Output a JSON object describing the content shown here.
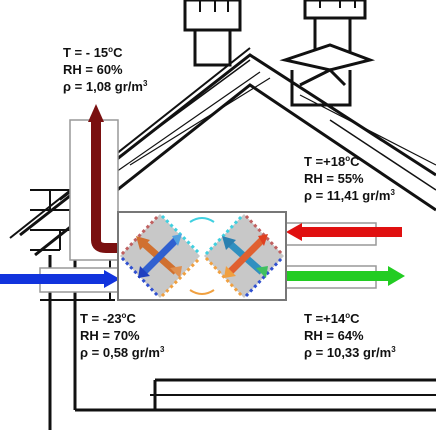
{
  "colors": {
    "exhaust_out": "#7a1010",
    "intake_in": "#1133dd",
    "return_in": "#e01010",
    "supply_out": "#22cc22",
    "hx_fill": "#c8c8c8",
    "hx_dotted_red": "#c06060",
    "hx_dotted_cyan": "#40d0e0",
    "hx_dotted_blue": "#3050d0",
    "hx_dotted_orange": "#f0a040"
  },
  "icons": [
    "chimney-icon",
    "roof-vent-icon",
    "heat-exchanger-icon",
    "crossflow-arrow-icon"
  ],
  "exhaust": {
    "t": "T = - 15",
    "deg": "o",
    "c": "C",
    "rh": "RH = 60%",
    "rho": "ρ = 1,08 gr/m",
    "cube": "3"
  },
  "return_air": {
    "t": "T =+18",
    "deg": "o",
    "c": "C",
    "rh": "RH = 55%",
    "rho": "ρ = 11,41 gr/m",
    "cube": "3"
  },
  "intake": {
    "t": "T = -23",
    "deg": "o",
    "c": "C",
    "rh": "RH = 70%",
    "rho": "ρ = 0,58 gr/m",
    "cube": "3"
  },
  "supply": {
    "t": "T =+14",
    "deg": "o",
    "c": "C",
    "rh": "RH = 64%",
    "rho": "ρ = 10,33 gr/m",
    "cube": "3"
  }
}
